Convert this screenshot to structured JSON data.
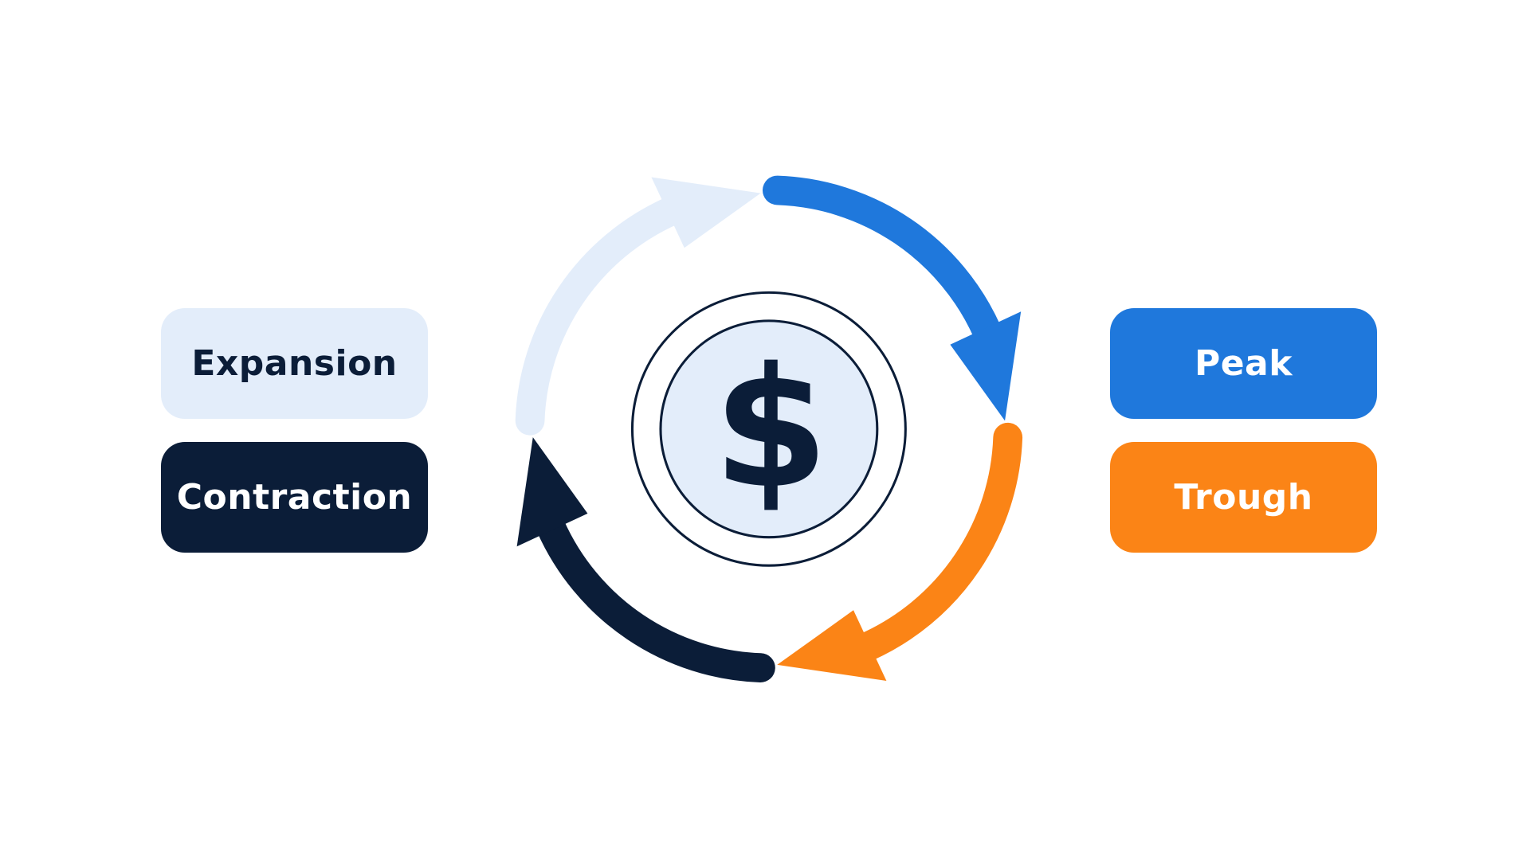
{
  "phases": {
    "expansion": {
      "label": "Expansion",
      "color": "#e3edfa",
      "text_color": "#0b1d38"
    },
    "peak": {
      "label": "Peak",
      "color": "#1f78dc",
      "text_color": "#ffffff"
    },
    "trough": {
      "label": "Trough",
      "color": "#fb8416",
      "text_color": "#ffffff"
    },
    "contraction": {
      "label": "Contraction",
      "color": "#0b1d38",
      "text_color": "#ffffff"
    }
  },
  "center": {
    "symbol": "$",
    "icon": "dollar-coin-icon",
    "fill": "#e3edfa",
    "ink": "#0b1d38"
  },
  "cycle_direction": "clockwise"
}
